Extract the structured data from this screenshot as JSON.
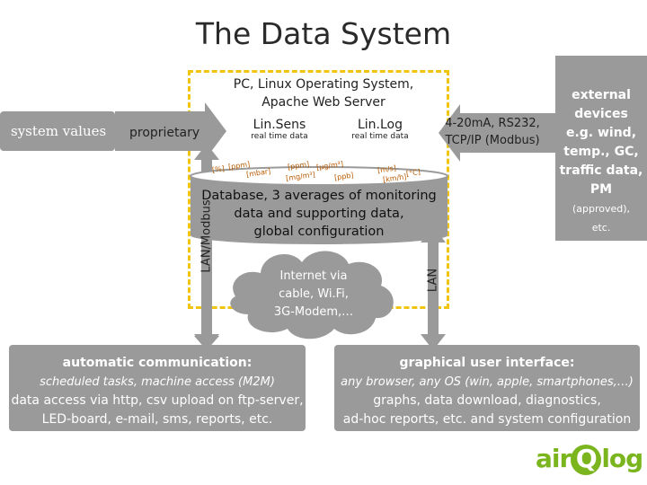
{
  "title": "The Data System",
  "system_values": "system values",
  "proprietary": "proprietary",
  "lan_modbus": "LAN/Modbus",
  "lan": "LAN",
  "pc": {
    "line1": "PC, Linux Operating System,",
    "line2": "Apache Web Server"
  },
  "modules": [
    {
      "name": "Lin.Sens",
      "sub": "real time data"
    },
    {
      "name": "Lin.Log",
      "sub": "real time data"
    }
  ],
  "interfaces": {
    "line1": "4-20mA, RS232,",
    "line2": "TCP/IP (Modbus)"
  },
  "external": {
    "lines": [
      "external",
      "devices",
      "e.g. wind,",
      "temp., GC,",
      "traffic data,",
      "PM"
    ],
    "approved": "(approved),",
    "etc": "etc."
  },
  "units": [
    "[%]",
    "[ppm]",
    "[mbar]",
    "[ppm]",
    "[mg/m³]",
    "[µg/m³]",
    "[ppb]",
    "[m/s]",
    "[km/h]",
    "[°C]"
  ],
  "database": {
    "line1": "Database, 3 averages of monitoring",
    "line2": "data and supporting data,",
    "line3": "global configuration"
  },
  "cloud": {
    "line1": "Internet via",
    "line2": "cable, Wi.Fi,",
    "line3": "3G-Modem,…"
  },
  "auto_comm": {
    "heading": "automatic communication:",
    "line1": "scheduled tasks, machine access (M2M)",
    "line2": "data access via http, csv upload on ftp-server,",
    "line3": "LED-board, e-mail, sms, reports, etc."
  },
  "gui": {
    "heading": "graphical user interface:",
    "line1": "any browser, any OS (win, apple, smartphones,…)",
    "line2": "graphs, data download, diagnostics,",
    "line3": "ad-hoc reports, etc. and system configuration"
  },
  "logo": {
    "air": "air",
    "q": "Q",
    "log": "log"
  },
  "colors": {
    "gray": "#9a9a9a",
    "dashed": "#f1c40f",
    "units": "#b85a00",
    "brand": "#7ab51d"
  }
}
